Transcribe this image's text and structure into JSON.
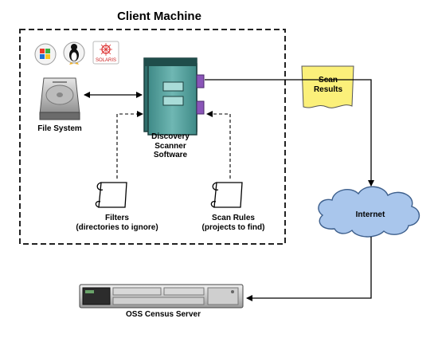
{
  "diagram": {
    "client_machine_title": "Client Machine",
    "file_system_label": "File System",
    "scanner_label": "Discovery\nScanner\nSoftware",
    "filters_label": "Filters\n(directories to ignore)",
    "scan_rules_label": "Scan Rules\n(projects to find)",
    "scan_results_label": "Scan\nResults",
    "internet_label": "Internet",
    "server_label": "OSS Census Server",
    "os_logos": [
      {
        "name": "Windows",
        "icon": "windows-flag-icon"
      },
      {
        "name": "Linux",
        "icon": "tux-penguin-icon"
      },
      {
        "name": "Solaris",
        "icon": "solaris-logo-icon",
        "text": "SOLARIS"
      }
    ]
  },
  "colors": {
    "scanner_body": "#5aa3a0",
    "scanner_tabs": "#8a55b8",
    "note_fill": "#fbf07a",
    "cloud_fill": "#a9c6ec",
    "cloud_stroke": "#3d5f8c",
    "dashed_border": "#222222"
  }
}
